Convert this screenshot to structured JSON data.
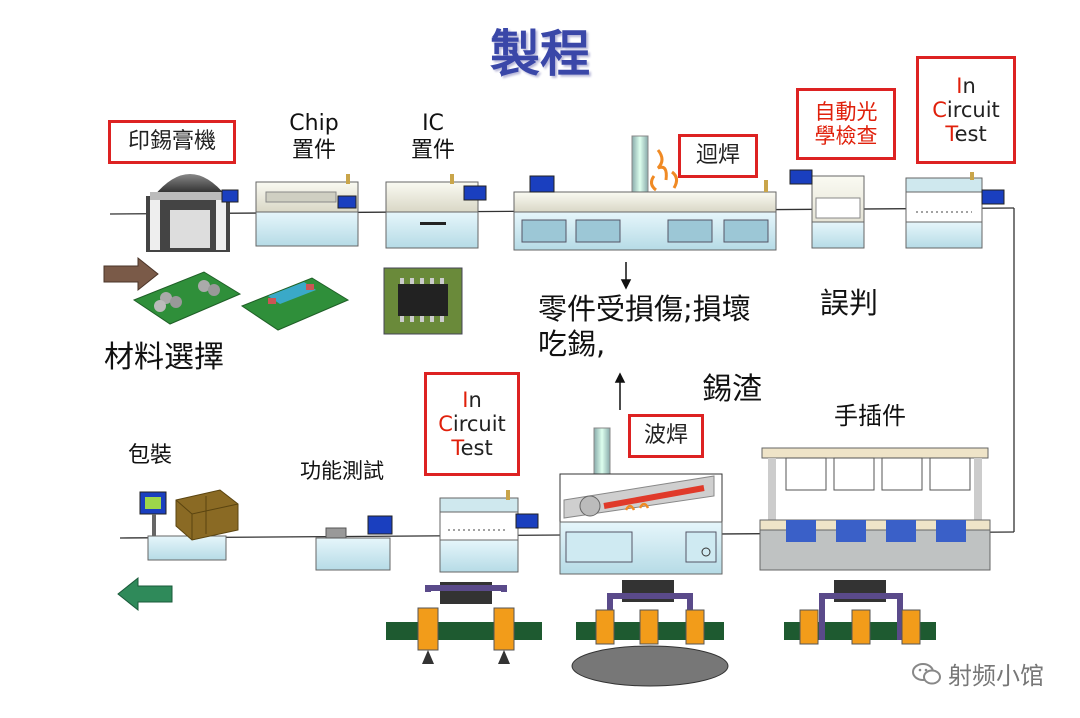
{
  "title": "製程",
  "top_row": {
    "solder_paste": "印錫膏機",
    "chip_line1": "Chip",
    "chip_line2": "置件",
    "ic_line1": "IC",
    "ic_line2": "置件",
    "reflow": "迴焊",
    "aoi_line1": "自動光",
    "aoi_line2": "學檢查",
    "ict": {
      "l1a": "I",
      "l1b": "n",
      "l2a": "C",
      "l2b": "ircuit",
      "l3a": "T",
      "l3b": "est"
    }
  },
  "notes": {
    "material": "材料選擇",
    "damage_line1": "零件受損傷;損壞",
    "damage_line2": "吃錫,",
    "misjudge": "誤判",
    "dross": "錫渣"
  },
  "bottom_row": {
    "packing": "包裝",
    "function_test": "功能測試",
    "ict": {
      "l1a": "I",
      "l1b": "n",
      "l2a": "C",
      "l2b": "ircuit",
      "l3a": "T",
      "l3b": "est"
    },
    "wave": "波焊",
    "manual_insert": "手插件"
  },
  "watermark": "射频小馆",
  "colors": {
    "title": "#3a47a8",
    "highlight_box": "#d22222",
    "ict_letter": "#e0200b",
    "arrow_brown": "#7a5a48",
    "arrow_green": "#2f8a5a"
  }
}
